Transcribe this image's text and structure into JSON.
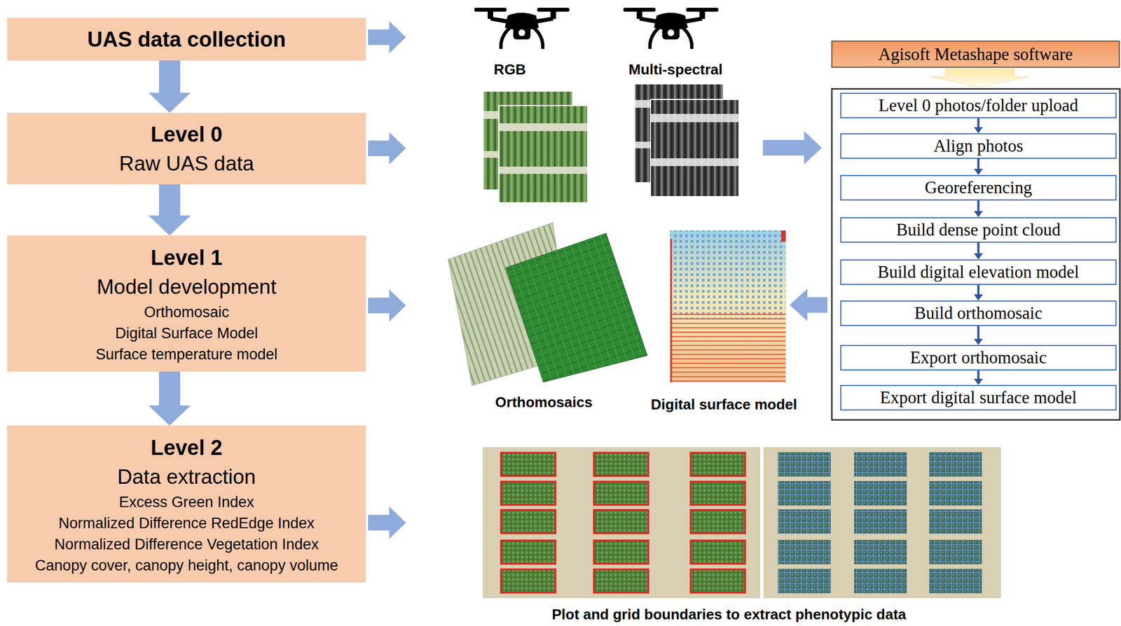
{
  "diagram": {
    "nodes": [
      {
        "text": [
          "UAS data collection"
        ]
      },
      {
        "text": [
          "Level 0",
          "Raw UAS data"
        ]
      },
      {
        "text": [
          "Level 1",
          "Model development",
          "Orthomosaic",
          "Digital Surface Model",
          "Surface temperature model"
        ]
      },
      {
        "text": [
          "Level 2",
          "Data extraction",
          "Excess Green Index",
          "Normalized Difference RedEdge Index",
          "Normalized Difference Vegetation Index",
          "Canopy cover, canopy height, canopy volume"
        ]
      },
      {
        "text": [
          "Agisoft Metashape software"
        ]
      },
      {
        "text": [
          "Level 0 photos/folder upload"
        ]
      },
      {
        "text": [
          "Align photos"
        ]
      },
      {
        "text": [
          "Georeferencing"
        ]
      },
      {
        "text": [
          "Build dense point cloud"
        ]
      },
      {
        "text": [
          "Build digital elevation model"
        ]
      },
      {
        "text": [
          "Build orthomosaic"
        ]
      },
      {
        "text": [
          "Export orthomosaic"
        ]
      },
      {
        "text": [
          "Export digital surface model"
        ]
      }
    ],
    "edges": [
      {
        "from": 0,
        "to": 1,
        "arrow": "to"
      },
      {
        "from": 1,
        "to": 2,
        "arrow": "to"
      },
      {
        "from": 2,
        "to": 3,
        "arrow": "to"
      },
      {
        "from": 5,
        "to": 6,
        "arrow": "to"
      },
      {
        "from": 6,
        "to": 7,
        "arrow": "to"
      },
      {
        "from": 7,
        "to": 8,
        "arrow": "to"
      },
      {
        "from": 8,
        "to": 9,
        "arrow": "to"
      },
      {
        "from": 9,
        "to": 10,
        "arrow": "to"
      },
      {
        "from": 10,
        "to": 11,
        "arrow": "to"
      },
      {
        "from": 11,
        "to": 12,
        "arrow": "to"
      }
    ],
    "labels": [
      "RGB",
      "Multi-spectral",
      "Orthomosaics",
      "Digital surface model",
      "Plot and grid boundaries to extract phenotypic data"
    ]
  }
}
